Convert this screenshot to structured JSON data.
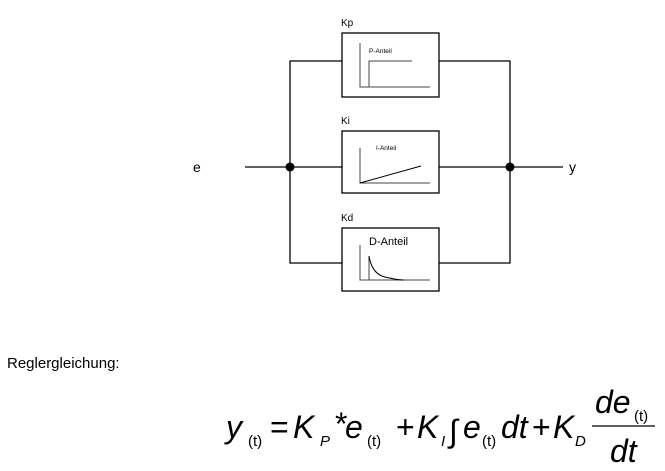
{
  "diagram": {
    "input_label": "e",
    "output_label": "y",
    "blocks": [
      {
        "gain_label": "Kp",
        "plot_label": "P-Anteil",
        "response": "step"
      },
      {
        "gain_label": "Ki",
        "plot_label": "I-Anteil",
        "response": "ramp"
      },
      {
        "gain_label": "Kd",
        "plot_label": "D-Anteil",
        "response": "impulse-decay"
      }
    ]
  },
  "equation": {
    "heading": "Reglergleichung:",
    "y": "y",
    "t_sub": "(t)",
    "equals": "=",
    "K": "K",
    "P": "P",
    "times": "*",
    "e": "e",
    "plus": "+",
    "I": "I",
    "integral": "∫",
    "dt": "dt",
    "D": "D",
    "de": "de"
  }
}
